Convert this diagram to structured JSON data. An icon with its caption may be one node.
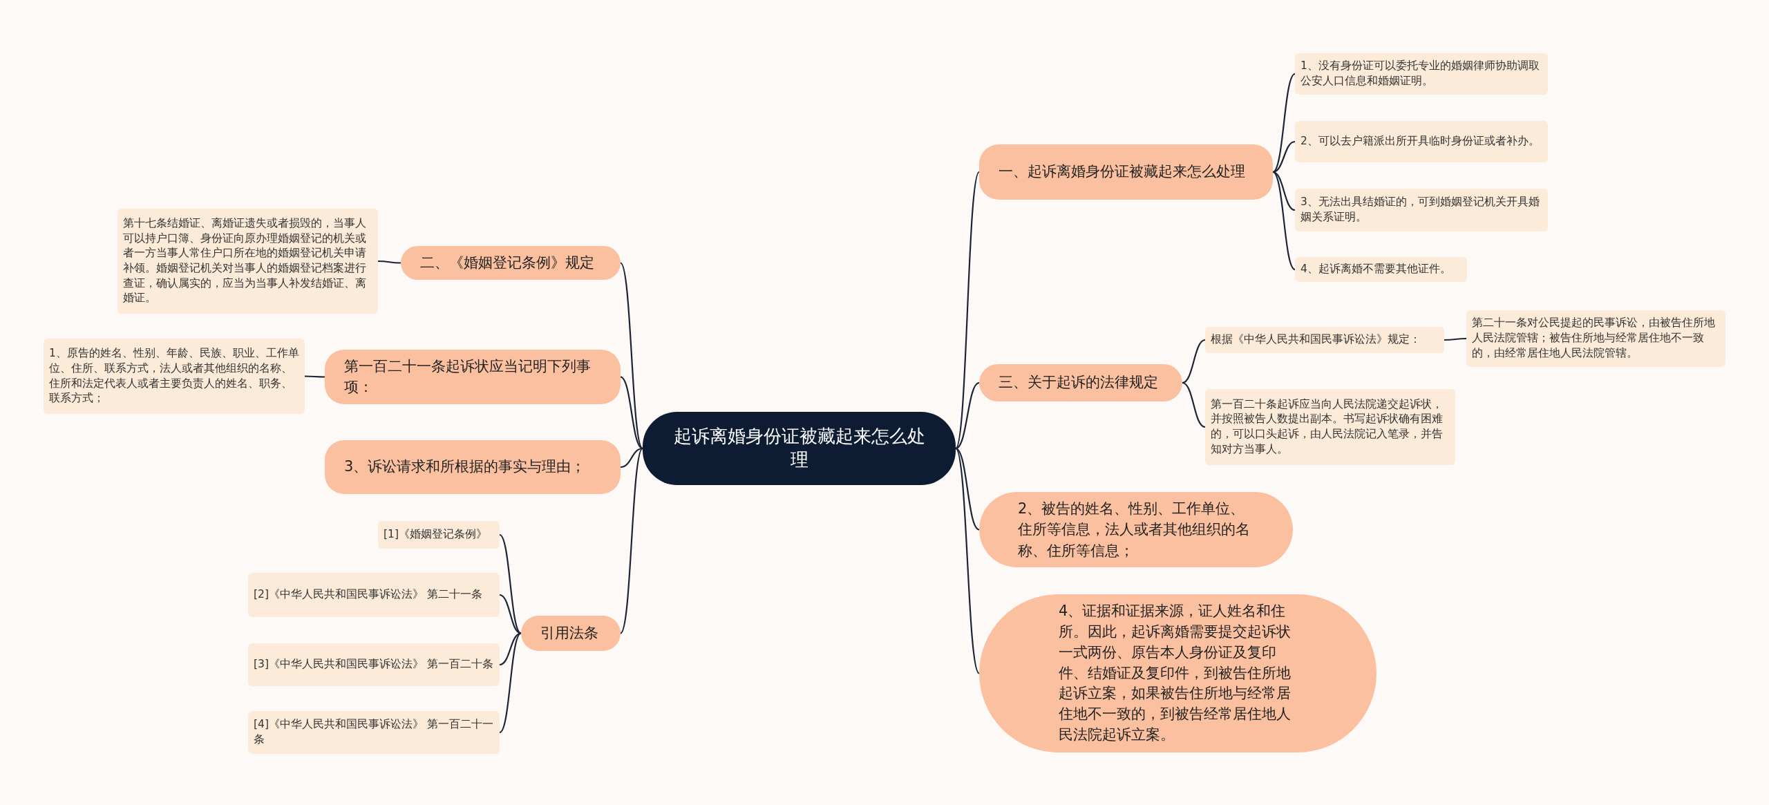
{
  "diagram": {
    "nodes": [
      {
        "text": [
          "起诉离婚身份证被藏起来怎么处理"
        ]
      },
      {
        "text": [
          "一、起诉离婚身份证被藏起来怎么处理"
        ]
      },
      {
        "text": [
          "1、没有身份证可以委托专业的婚姻律师协助调取公安人口信息和婚姻证明。"
        ]
      },
      {
        "text": [
          "2、可以去户籍派出所开具临时身份证或者补办。"
        ]
      },
      {
        "text": [
          "3、无法出具结婚证的，可到婚姻登记机关开具婚姻关系证明。"
        ]
      },
      {
        "text": [
          "4、起诉离婚不需要其他证件。"
        ]
      },
      {
        "text": [
          "三、关于起诉的法律规定"
        ]
      },
      {
        "text": [
          "根据《中华人民共和国民事诉讼法》规定："
        ]
      },
      {
        "text": [
          "第二十一条对公民提起的民事诉讼，由被告住所地人民法院管辖；被告住所地与经常居住地不一致的，由经常居住地人民法院管辖。"
        ]
      },
      {
        "text": [
          "第一百二十条起诉应当向人民法院递交起诉状，并按照被告人数提出副本。书写起诉状确有困难的，可以口头起诉，由人民法院记入笔录，并告知对方当事人。"
        ]
      },
      {
        "text": [
          "2、被告的姓名、性别、工作单位、住所等信息，法人或者其他组织的名称、住所等信息；"
        ]
      },
      {
        "text": [
          "4、证据和证据来源，证人姓名和住所。因此，起诉离婚需要提交起诉状一式两份、原告本人身份证及复印件、结婚证及复印件，到被告住所地起诉立案，如果被告住所地与经常居住地不一致的，到被告经常居住地人民法院起诉立案。"
        ]
      },
      {
        "text": [
          "二、《婚姻登记条例》规定"
        ]
      },
      {
        "text": [
          "第十七条结婚证、离婚证遗失或者损毁的，当事人可以持户口簿、身份证向原办理婚姻登记的机关或者一方当事人常住户口所在地的婚姻登记机关申请补领。婚姻登记机关对当事人的婚姻登记档案进行查证，确认属实的，应当为当事人补发结婚证、离婚证。"
        ]
      },
      {
        "text": [
          "第一百二十一条起诉状应当记明下列事项："
        ]
      },
      {
        "text": [
          "1、原告的姓名、性别、年龄、民族、职业、工作单位、住所、联系方式，法人或者其他组织的名称、住所和法定代表人或者主要负责人的姓名、职务、联系方式；"
        ]
      },
      {
        "text": [
          "3、诉讼请求和所根据的事实与理由；"
        ]
      },
      {
        "text": [
          "引用法条"
        ]
      },
      {
        "text": [
          "[1]《婚姻登记条例》"
        ]
      },
      {
        "text": [
          "[2]《中华人民共和国民事诉讼法》 第二十一条"
        ]
      },
      {
        "text": [
          "[3]《中华人民共和国民事诉讼法》 第一百二十条"
        ]
      },
      {
        "text": [
          "[4]《中华人民共和国民事诉讼法》 第一百二十一条"
        ]
      }
    ],
    "edges": [
      {
        "from": 0,
        "to": 1,
        "arrow": "none"
      },
      {
        "from": 1,
        "to": 2,
        "arrow": "none"
      },
      {
        "from": 1,
        "to": 3,
        "arrow": "none"
      },
      {
        "from": 1,
        "to": 4,
        "arrow": "none"
      },
      {
        "from": 1,
        "to": 5,
        "arrow": "none"
      },
      {
        "from": 0,
        "to": 6,
        "arrow": "none"
      },
      {
        "from": 6,
        "to": 7,
        "arrow": "none"
      },
      {
        "from": 7,
        "to": 8,
        "arrow": "none"
      },
      {
        "from": 6,
        "to": 9,
        "arrow": "none"
      },
      {
        "from": 0,
        "to": 10,
        "arrow": "none"
      },
      {
        "from": 0,
        "to": 11,
        "arrow": "none"
      },
      {
        "from": 0,
        "to": 12,
        "arrow": "none"
      },
      {
        "from": 12,
        "to": 13,
        "arrow": "none"
      },
      {
        "from": 0,
        "to": 14,
        "arrow": "none"
      },
      {
        "from": 14,
        "to": 15,
        "arrow": "none"
      },
      {
        "from": 0,
        "to": 16,
        "arrow": "none"
      },
      {
        "from": 0,
        "to": 17,
        "arrow": "none"
      },
      {
        "from": 17,
        "to": 18,
        "arrow": "none"
      },
      {
        "from": 17,
        "to": 19,
        "arrow": "none"
      },
      {
        "from": 17,
        "to": 20,
        "arrow": "none"
      },
      {
        "from": 17,
        "to": 21,
        "arrow": "none"
      }
    ]
  }
}
